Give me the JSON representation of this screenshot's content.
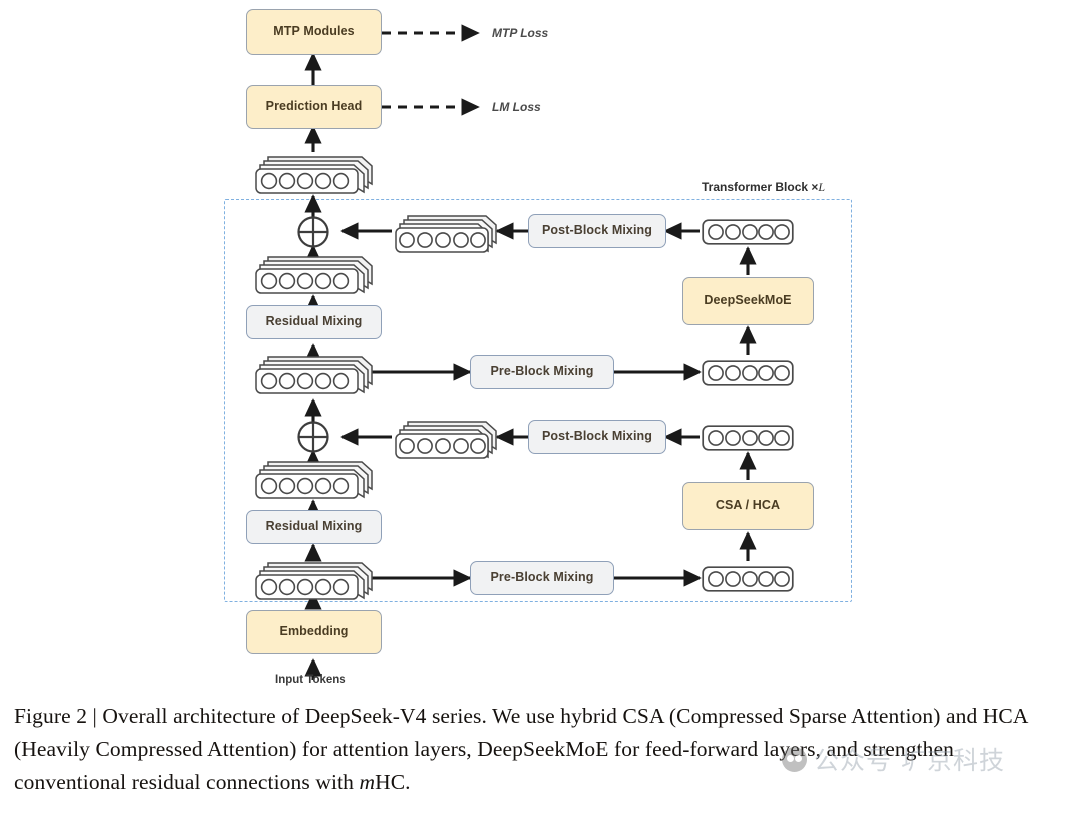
{
  "figure": {
    "caption_prefix": "Figure 2 | ",
    "caption_part1": "Overall architecture of DeepSeek-V4 series. We use hybrid CSA (Compressed Sparse Attention) and HCA (Heavily Compressed Attention) for attention layers, DeepSeekMoE for feed-forward layers, and strengthen conventional residual connections with ",
    "caption_italic": "m",
    "caption_part2": "HC."
  },
  "diagram": {
    "block_label_text": "Transformer Block ×",
    "block_label_italic": "L",
    "input_label": "Input Tokens",
    "boxes": {
      "mtp_modules": "MTP Modules",
      "prediction_head": "Prediction Head",
      "embedding": "Embedding",
      "deepseekmoe": "DeepSeekMoE",
      "csa_hca": "CSA / HCA",
      "residual_mixing_upper": "Residual Mixing",
      "residual_mixing_lower": "Residual Mixing",
      "pre_block_mixing_upper": "Pre-Block Mixing",
      "pre_block_mixing_lower": "Pre-Block Mixing",
      "post_block_mixing_upper": "Post-Block Mixing",
      "post_block_mixing_lower": "Post-Block Mixing"
    },
    "losses": {
      "mtp_loss": "MTP Loss",
      "lm_loss": "LM Loss"
    },
    "tokens_per_stack": 5,
    "colors": {
      "yellow_fill": "#fdeec9",
      "grey_fill": "#f1f2f3",
      "box_border": "#8fa0b8",
      "dashed_border": "#7fb0e0",
      "arrow": "#1a1a1a",
      "stack_face": "#ffffff",
      "stack_edge": "#555555"
    }
  },
  "watermark": {
    "text": "公众号 圹京科技"
  }
}
